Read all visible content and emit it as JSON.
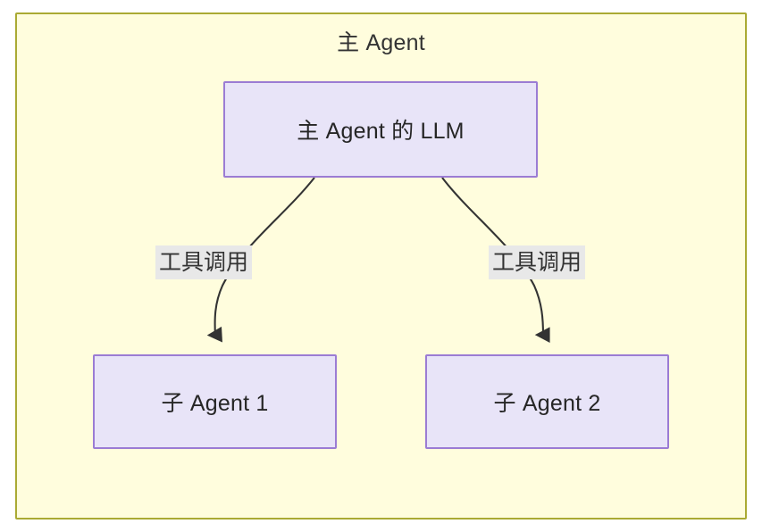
{
  "diagram": {
    "title": "主 Agent",
    "nodes": [
      {
        "id": "llm",
        "label": "主 Agent 的 LLM"
      },
      {
        "id": "child1",
        "label": "子 Agent 1"
      },
      {
        "id": "child2",
        "label": "子 Agent 2"
      }
    ],
    "edges": [
      {
        "from": "llm",
        "to": "child1",
        "label": "工具调用"
      },
      {
        "from": "llm",
        "to": "child2",
        "label": "工具调用"
      }
    ],
    "colors": {
      "container_fill": "#fffddd",
      "container_border": "#aaaa33",
      "node_fill": "#e8e4f8",
      "node_border": "#9b7cd4",
      "edge_stroke": "#333333",
      "edge_label_bg": "#e8e8e8",
      "text": "#262626",
      "page_bg": "#ffffff"
    }
  }
}
